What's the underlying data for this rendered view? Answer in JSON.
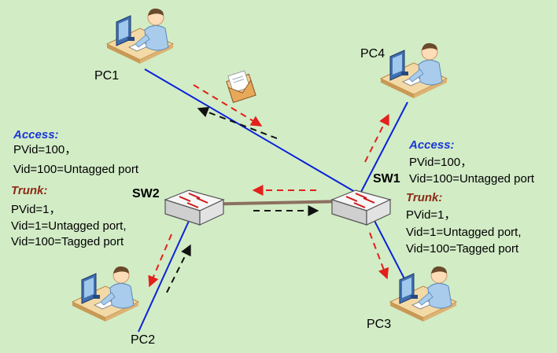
{
  "nodes": {
    "pc1": "PC1",
    "pc2": "PC2",
    "pc3": "PC3",
    "pc4": "PC4",
    "sw1": "SW1",
    "sw2": "SW2"
  },
  "left_config": {
    "access_title": "Access:",
    "access_lines": [
      "PVid=100，",
      "Vid=100=Untagged port"
    ],
    "trunk_title": "Trunk:",
    "trunk_lines": [
      "PVid=1，",
      "Vid=1=Untagged port,",
      "Vid=100=Tagged port"
    ]
  },
  "right_config": {
    "access_title": "Access:",
    "access_lines": [
      "PVid=100，",
      "Vid=100=Untagged port"
    ],
    "trunk_title": "Trunk:",
    "trunk_lines": [
      "PVid=1，",
      "Vid=1=Untagged port,",
      "Vid=100=Tagged port"
    ]
  },
  "colors": {
    "background": "#d2ecc6",
    "access_link": "#0a22d8",
    "trunk_link": "#8c7060",
    "tx_arrow": "#e3201b",
    "rx_arrow": "#111111",
    "access_title": "#1a36d6",
    "trunk_title": "#8b2a16"
  },
  "icons": [
    "person-at-computer-icon",
    "switch-icon",
    "envelope-icon"
  ]
}
